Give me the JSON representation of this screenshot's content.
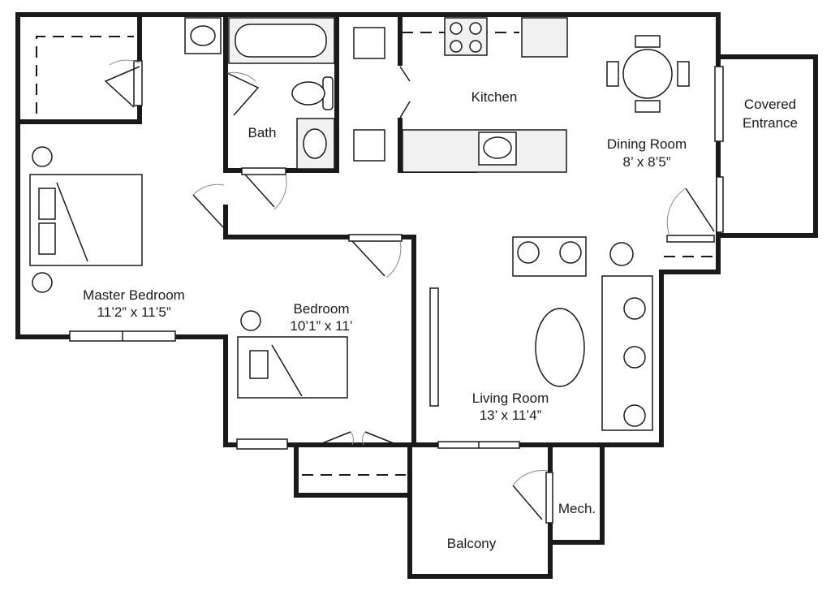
{
  "rooms": {
    "master_bedroom": {
      "name": "Master Bedroom",
      "size": "11’2” x 11’5”"
    },
    "bedroom": {
      "name": "Bedroom",
      "size": "10’1” x 11’"
    },
    "bath": {
      "name": "Bath"
    },
    "kitchen": {
      "name": "Kitchen"
    },
    "dining_room": {
      "name": "Dining Room",
      "size": "8’ x 8’5”"
    },
    "covered_entrance": {
      "line1": "Covered",
      "line2": "Entrance"
    },
    "living_room": {
      "name": "Living Room",
      "size": "13’ x 11’4”"
    },
    "mech": {
      "name": "Mech."
    },
    "balcony": {
      "name": "Balcony"
    }
  },
  "colors": {
    "wall": "#1a1a1a",
    "fixture_fill": "#f1f1f1",
    "background": "#ffffff"
  }
}
